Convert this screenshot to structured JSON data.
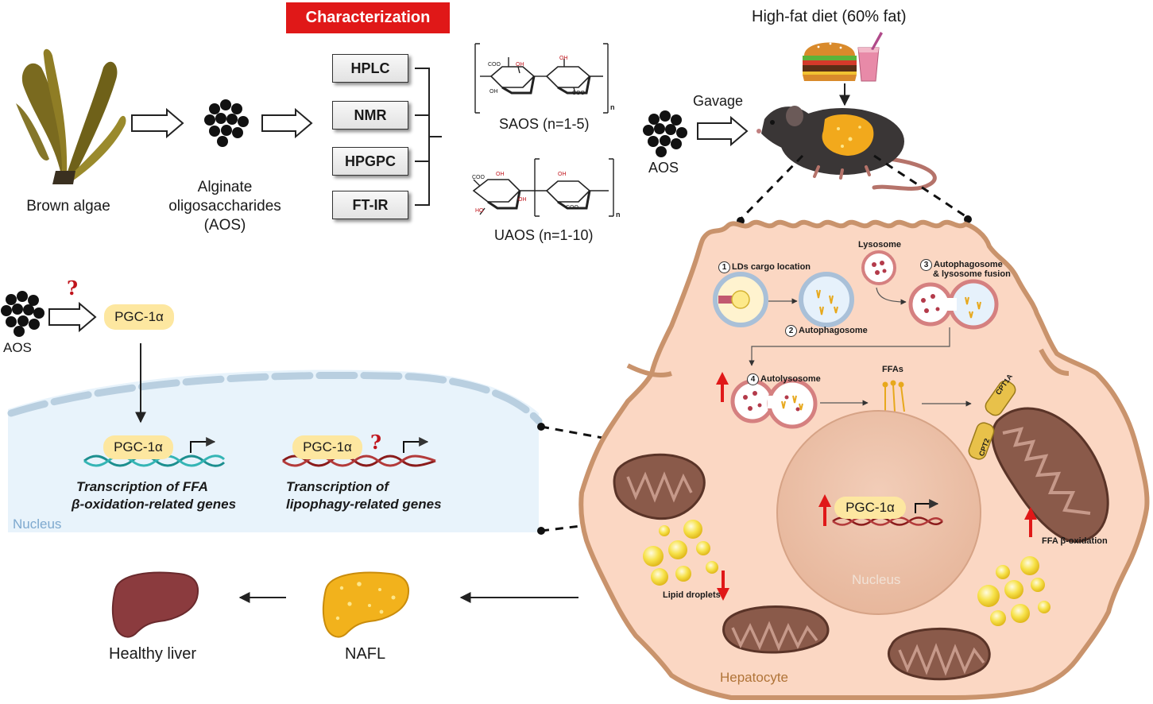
{
  "characterization": {
    "title": "Characterization",
    "methods": [
      "HPLC",
      "NMR",
      "HPGPC",
      "FT-IR"
    ]
  },
  "source": {
    "brown_algae": "Brown algae",
    "aos_line1": "Alginate",
    "aos_line2": "oligosaccharides",
    "aos_line3": "(AOS)"
  },
  "structures": {
    "saos": "SAOS (n=1-5)",
    "uaos": "UAOS (n=1-10)",
    "n": "n",
    "coo": "COO",
    "oh": "OH",
    "ho": "HO"
  },
  "model": {
    "diet": "High-fat diet (60% fat)",
    "gavage": "Gavage",
    "aos": "AOS"
  },
  "mechanism": {
    "aos": "AOS",
    "question": "?",
    "pgc": "PGC-1α",
    "transcription_ffa_1": "Transcription of FFA",
    "transcription_ffa_2": "β-oxidation-related genes",
    "transcription_lipo_1": "Transcription of",
    "transcription_lipo_2": "lipophagy-related genes",
    "nucleus": "Nucleus"
  },
  "hepatocyte": {
    "lds_cargo": "LDs cargo location",
    "lysosome": "Lysosome",
    "fusion_1": "Autophagosome",
    "fusion_2": "& lysosome fusion",
    "autophagosome": "Autophagosome",
    "autolysosome": "Autolysosome",
    "ffas": "FFAs",
    "cpt1a": "CPT1A",
    "cpt2": "CPT2",
    "pgc": "PGC-1α",
    "ffa_oxidation": "FFA β-oxidation",
    "lipid_droplets": "Lipid droplets",
    "nucleus": "Nucleus",
    "hepatocyte": "Hepatocyte",
    "steps": [
      "1",
      "2",
      "3",
      "4"
    ]
  },
  "outcome": {
    "healthy": "Healthy liver",
    "nafl": "NAFL"
  },
  "colors": {
    "red": "#e01818",
    "pill": "#fde7a0",
    "cell": "#fbd7c3",
    "cell_border": "#c9936c",
    "nucleus_bg": "#e8f3fb",
    "nucleus_membrane": "#b9cfe0",
    "dna_teal": "#1c8f8f",
    "dna_red": "#8a1b1b",
    "mito": "#8a5a4a",
    "liver_healthy": "#8b3b3e",
    "liver_fatty": "#f2b21c",
    "lipid": "#f5dc3a"
  }
}
